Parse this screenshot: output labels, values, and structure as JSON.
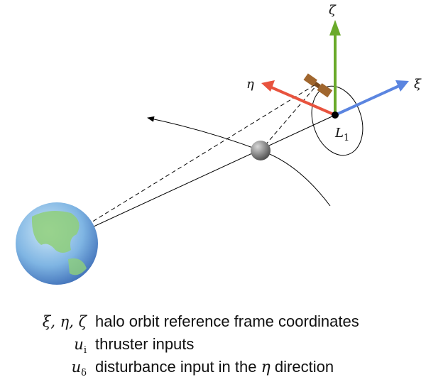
{
  "diagram": {
    "axes": [
      {
        "name": "zeta",
        "label": "ζ",
        "color": "#6aaa2a"
      },
      {
        "name": "eta",
        "label": "η",
        "color": "#e8533e"
      },
      {
        "name": "xi",
        "label": "ξ",
        "color": "#5b85e0"
      }
    ],
    "point_label": "L",
    "point_label_sub": "1"
  },
  "legend": [
    {
      "symbol": "ξ, η, ζ",
      "sub": "",
      "text": "halo orbit reference frame coordinates"
    },
    {
      "symbol": "u",
      "sub": "i",
      "text": "thruster inputs"
    },
    {
      "symbol": "u",
      "sub": "δ",
      "text_before": "disturbance input in the ",
      "text_var": "η",
      "text_after": " direction"
    }
  ]
}
